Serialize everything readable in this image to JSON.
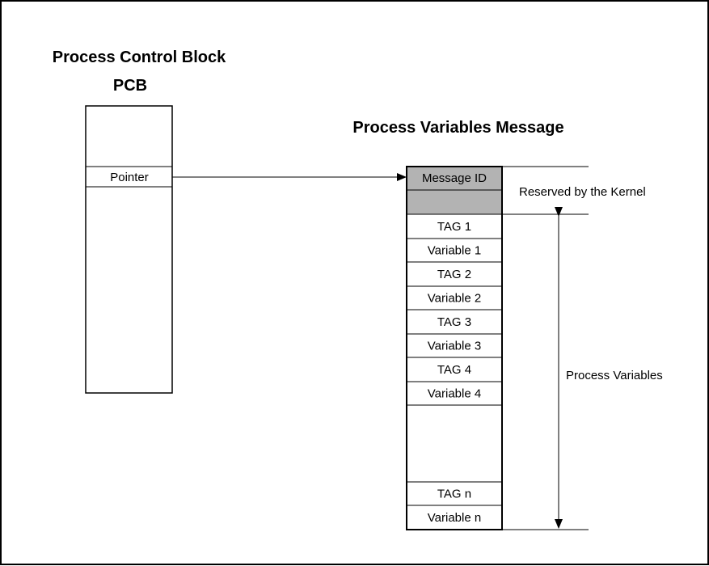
{
  "pcb": {
    "title_line1": "Process Control Block",
    "title_line2": "PCB",
    "pointer_label": "Pointer"
  },
  "message": {
    "title": "Process Variables Message",
    "header_label": "Message ID",
    "rows": [
      {
        "label": "TAG 1"
      },
      {
        "label": "Variable 1"
      },
      {
        "label": "TAG 2"
      },
      {
        "label": "Variable 2"
      },
      {
        "label": "TAG 3"
      },
      {
        "label": "Variable 3"
      },
      {
        "label": "TAG 4"
      },
      {
        "label": "Variable 4"
      },
      {
        "label": "TAG n"
      },
      {
        "label": "Variable n"
      }
    ]
  },
  "annotations": {
    "reserved": "Reserved by the Kernel",
    "process_variables": "Process Variables"
  },
  "colors": {
    "reserved_fill": "#b3b3b3",
    "line": "#000000",
    "background": "#ffffff"
  }
}
